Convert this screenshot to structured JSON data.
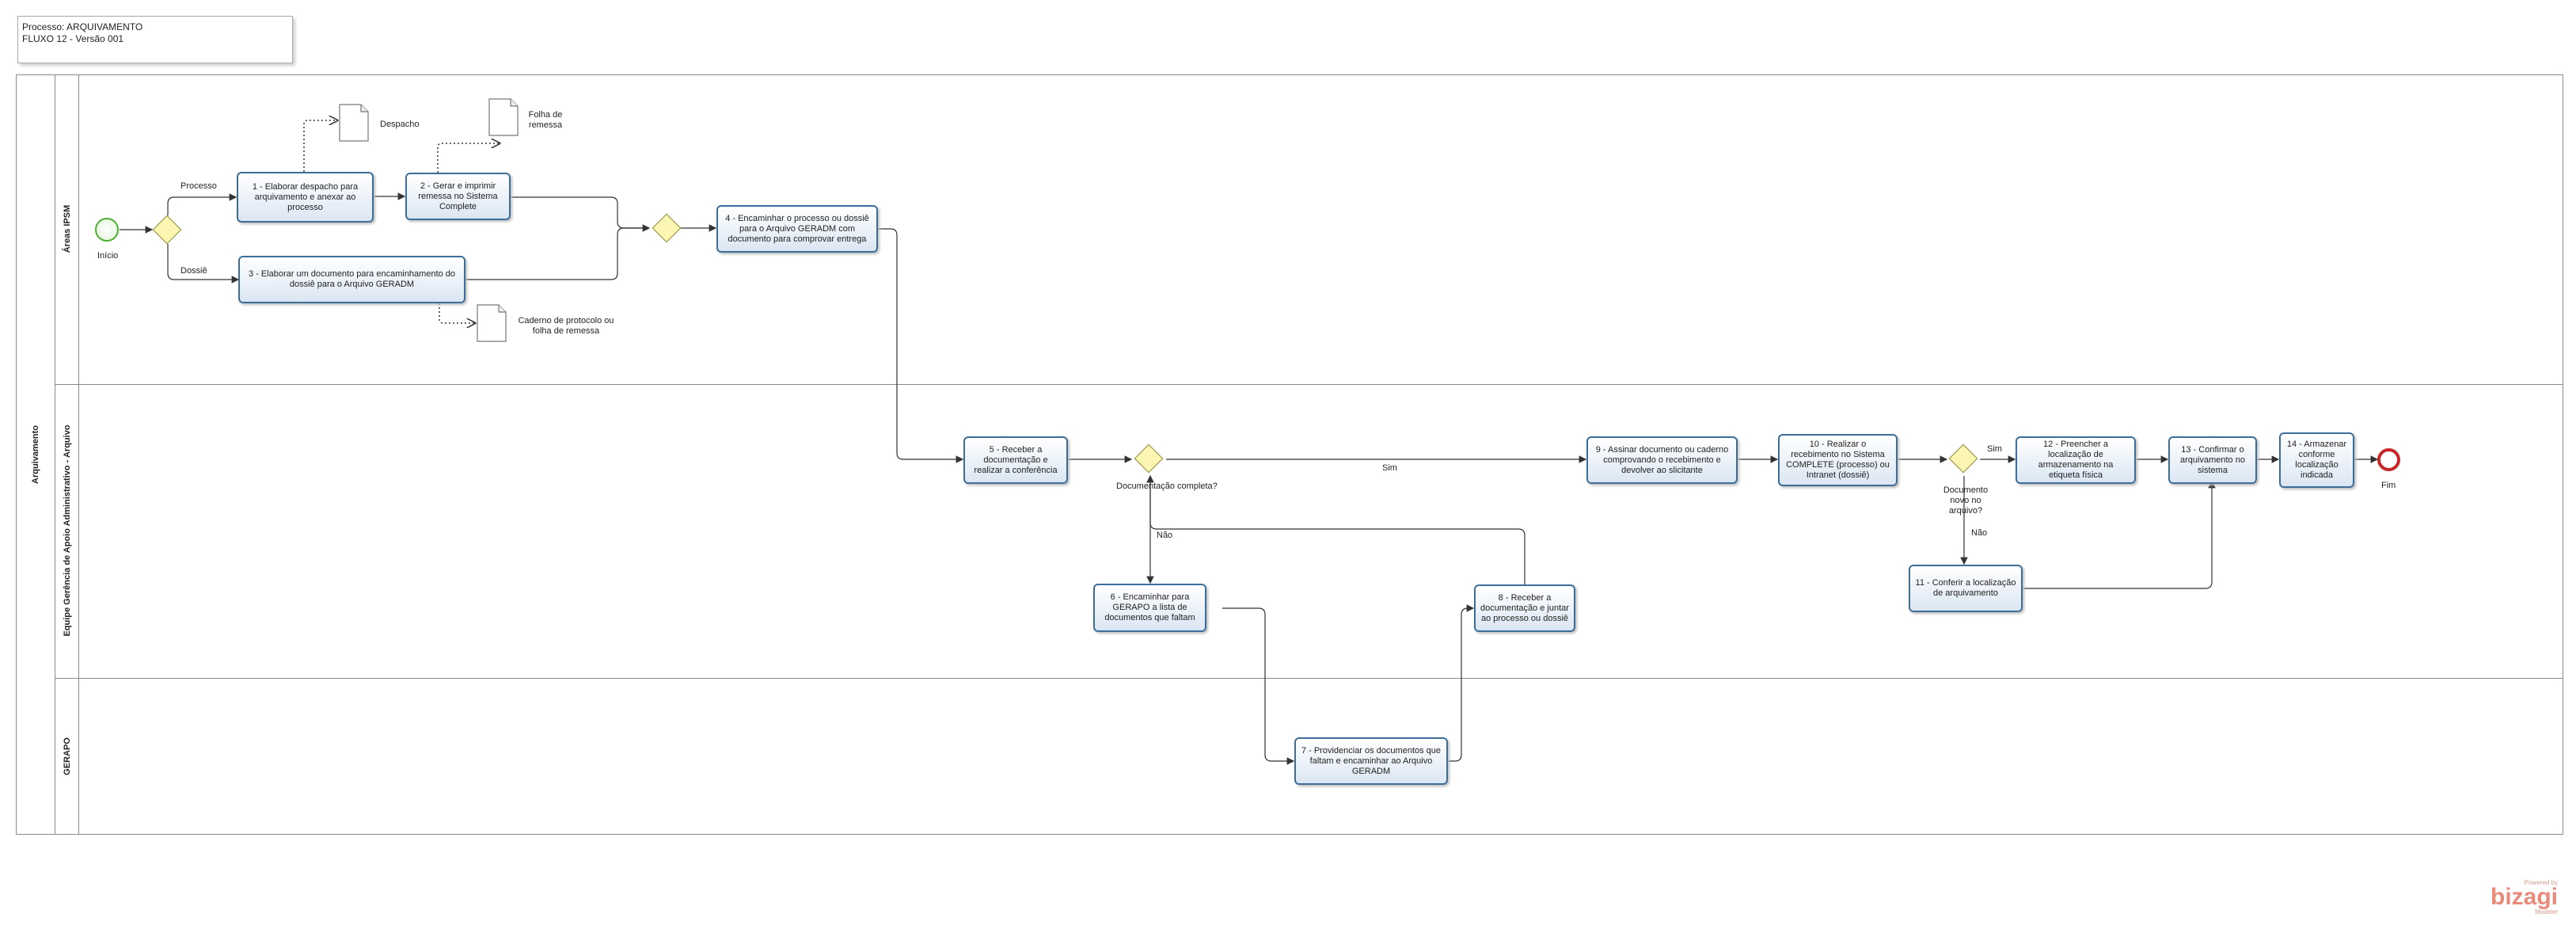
{
  "header": {
    "line1": "Processo: ARQUIVAMENTO",
    "line2": "FLUXO 12 - Versão 001"
  },
  "pool": {
    "name": "Arquivamento"
  },
  "lanes": [
    {
      "name": "Áreas IPSM"
    },
    {
      "name": "Equipe Gerência de Apoio Administrativo - Arquivo"
    },
    {
      "name": "GERAPO"
    }
  ],
  "tasks": {
    "t1": "1 - Elaborar despacho para arquivamento e anexar ao processo",
    "t2": "2 - Gerar e imprimir remessa no Sistema Complete",
    "t3": "3 - Elaborar um documento para encaminhamento do dossiê para o Arquivo GERADM",
    "t4": "4 - Encaminhar o processo ou dossiê para o Arquivo GERADM com documento para comprovar entrega",
    "t5": "5 - Receber a documentação e realizar a conferência",
    "t6": "6 - Encaminhar para GERAPO a lista de documentos que faltam",
    "t7": "7 - Providenciar os documentos que faltam e encaminhar ao Arquivo GERADM",
    "t8": "8 - Receber a documentação e juntar ao processo ou dossiê",
    "t9": "9 - Assinar documento ou caderno comprovando o recebimento e devolver ao slicitante",
    "t10": "10 - Realizar o recebimento no Sistema COMPLETE (processo) ou Intranet (dossiê)",
    "t11": "11 - Conferir a localização de arquivamento",
    "t12": "12 - Preencher a localização de armazenamento na etiqueta física",
    "t13": "13 - Confirmar o arquivamento no sistema",
    "t14": "14 - Armazenar conforme localização indicada"
  },
  "events": {
    "start": "Início",
    "end": "Fim"
  },
  "gateways": {
    "g3": "Documentação completa?",
    "g4": "Documento novo no arquivo?"
  },
  "flow_labels": {
    "processo": "Processo",
    "dossie": "Dossiê",
    "sim1": "Sim",
    "nao1": "Não",
    "sim2": "Sim",
    "nao2": "Não"
  },
  "artifacts": {
    "despacho": "Despacho",
    "folha": "Folha de remessa",
    "caderno": "Caderno de protocolo ou folha de remessa"
  },
  "logo": {
    "powered": "Powered by",
    "brand": "bizagi",
    "sub": "Modeler"
  },
  "colors": {
    "task_border": "#3d6e99",
    "gateway_fill": "#fbf6b2",
    "start": "#4caf2f",
    "end": "#c62828"
  }
}
